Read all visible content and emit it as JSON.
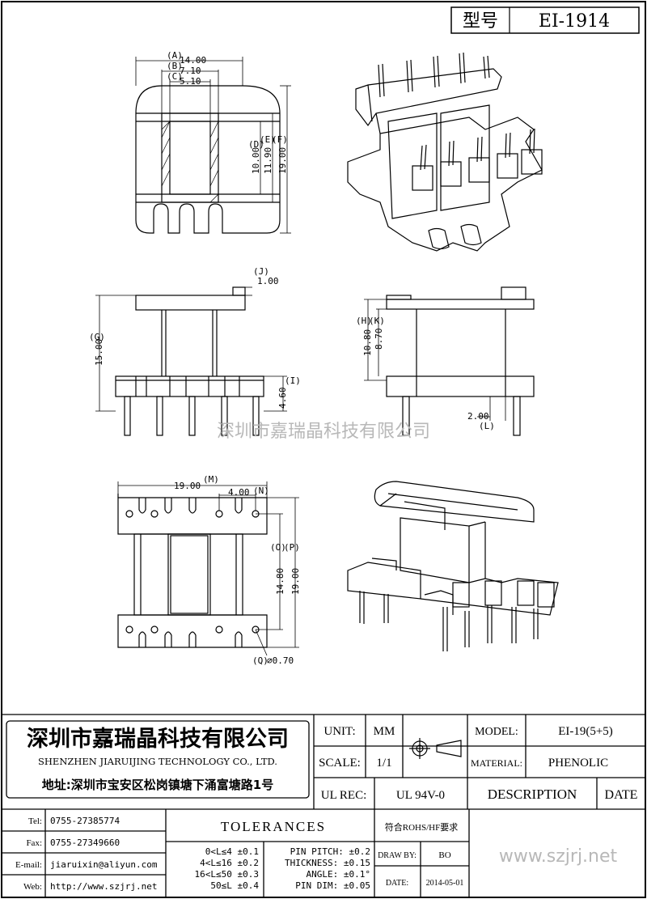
{
  "type_box": {
    "label": "型号",
    "value": "EI-1914"
  },
  "watermark": "深圳市嘉瑞晶科技有限公司",
  "top_view": {
    "A": "(A)",
    "A_val": "14.00",
    "B": "(B)",
    "B_val": "7.10",
    "C": "(C)",
    "C_val": "5.10",
    "D": "(D)",
    "D_val": "10.00",
    "E": "(E)",
    "E_val": "11.90",
    "F": "(F)",
    "F_val": "19.00"
  },
  "front_view": {
    "J": "(J)",
    "J_val": "1.00",
    "G": "(G)",
    "G_val": "15.00",
    "I": "(I)",
    "I_val": "4.60"
  },
  "side_view": {
    "H": "(H)",
    "H_val": "10.80",
    "K": "(K)",
    "K_val": "8.70",
    "L": "(L)",
    "L_val": "2.00"
  },
  "bottom_view": {
    "M": "(M)",
    "M_val": "19.00",
    "N": "(N)",
    "N_val": "4.00",
    "O": "(O)",
    "O_val": "14.80",
    "P": "(P)",
    "P_val": "19.00",
    "Q": "(Q)",
    "Q_val": "⌀0.70"
  },
  "company": {
    "name_cn": "深圳市嘉瑞晶科技有限公司",
    "name_en": "SHENZHEN JIARUIJING TECHNOLOGY CO., LTD.",
    "address": "地址:深圳市宝安区松岗镇塘下涌富塘路1号"
  },
  "contact": {
    "tel_label": "Tel:",
    "tel": "0755-27385774",
    "fax_label": "Fax:",
    "fax": "0755-27349660",
    "email_label": "E-mail:",
    "email": "jiaruixin@aliyun.com",
    "web_label": "Web:",
    "web": "http://www.szjrj.net"
  },
  "unit": {
    "label": "UNIT:",
    "value": "MM"
  },
  "scale": {
    "label": "SCALE:",
    "value": "1/1"
  },
  "ulrec": {
    "label": "UL REC:",
    "value": "UL 94V-0"
  },
  "model": {
    "label": "MODEL:",
    "value": "EI-19(5+5)"
  },
  "material": {
    "label": "MATERIAL:",
    "value": "PHENOLIC"
  },
  "description_label": "DESCRIPTION",
  "date_label": "DATE",
  "tolerances": {
    "title": "TOLERANCES",
    "rohs": "符合ROHS/HF要求",
    "rows": [
      "0<L≤4 ±0.1",
      "4<L≤16 ±0.2",
      "16<L≤50 ±0.3",
      "50≤L ±0.4"
    ],
    "pin_rows": [
      "PIN PITCH: ±0.2",
      "THICKNESS: ±0.15",
      "ANGLE: ±0.1°",
      "PIN DIM: ±0.05"
    ]
  },
  "draw_by": {
    "label": "DRAW BY:",
    "value": "BO"
  },
  "date": {
    "label": "DATE:",
    "value": "2014-05-01"
  },
  "website": "www.szjrj.net",
  "colors": {
    "line": "#000000",
    "watermark": "#b8b8b8",
    "border": "#000000"
  }
}
